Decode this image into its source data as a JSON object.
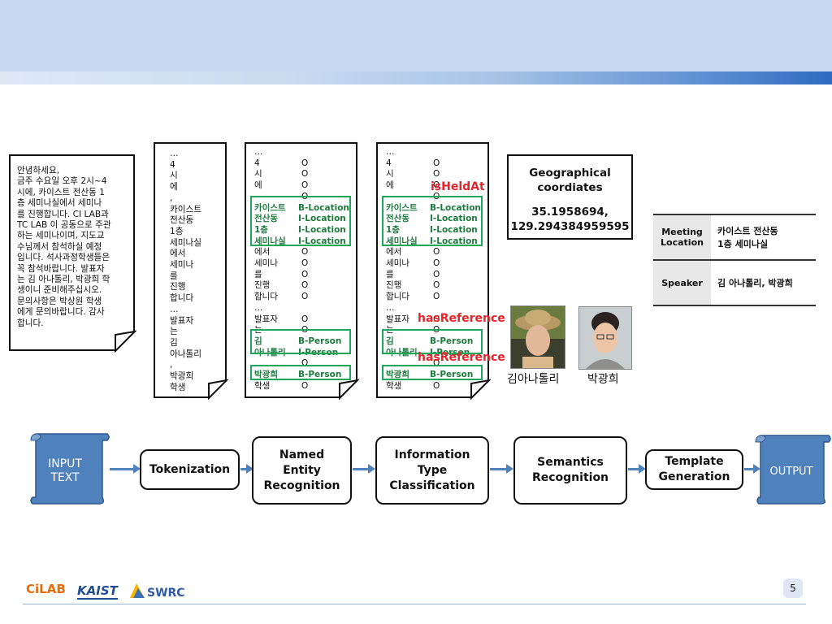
{
  "input_doc": {
    "lines": [
      "안녕하세요,",
      "금주 수요일 오후 2시~4",
      "시에, 카이스트 전산동 1",
      "층 세미나실에서 세미나",
      "를 진행합니다. CI LAB과",
      "TC LAB 이 공동으로 주관",
      "하는 세미나이며, 지도교",
      "수님께서 참석하실 예정",
      "입니다. 석사과정학생들은",
      "꼭 참석바랍니다. 발표자",
      "는 김 아나톨리, 박광희 학",
      "생이니 준비해주십시오.",
      "문의사항은 박상원 학생",
      "에게 문의바랍니다. 감사",
      "합니다."
    ]
  },
  "token_doc": {
    "lines": [
      "…",
      "4",
      "시",
      "에",
      ",",
      "카이스트",
      "전산동",
      "1층",
      "세미나실",
      "에서",
      "세미나",
      "를",
      "진행",
      "합니다",
      "…",
      "발표자",
      "는",
      "김",
      "아나톨리",
      ",",
      "박광희",
      "학생"
    ]
  },
  "ner_doc": {
    "rows": [
      {
        "w": "…",
        "t": ""
      },
      {
        "w": "4",
        "t": "O"
      },
      {
        "w": "시",
        "t": "O"
      },
      {
        "w": "에",
        "t": "O"
      },
      {
        "w": "",
        "t": "O"
      },
      {
        "w": "카이스트",
        "t": "B-Location"
      },
      {
        "w": "전산동",
        "t": "I-Location"
      },
      {
        "w": "1층",
        "t": "I-Location"
      },
      {
        "w": "세미나실",
        "t": "I-Location"
      },
      {
        "w": "에서",
        "t": "O"
      },
      {
        "w": "세미나",
        "t": "O"
      },
      {
        "w": "를",
        "t": "O"
      },
      {
        "w": "진행",
        "t": "O"
      },
      {
        "w": "합니다",
        "t": "O"
      },
      {
        "w": "…",
        "t": ""
      },
      {
        "w": "발표자",
        "t": "O"
      },
      {
        "w": "는",
        "t": "O"
      },
      {
        "w": "김",
        "t": "B-Person"
      },
      {
        "w": "아나톨리",
        "t": "I-Person"
      },
      {
        "w": "",
        "t": "O"
      },
      {
        "w": "박광희",
        "t": "B-Person"
      },
      {
        "w": "학생",
        "t": "O"
      }
    ]
  },
  "relations": {
    "held_at": "isHeldAt",
    "has_ref_1": "hasReference",
    "has_ref_2": "hasReference"
  },
  "geo": {
    "title_1": "Geographical",
    "title_2": "coordiates",
    "coord_1": "35.1958694,",
    "coord_2": "129.294384959595"
  },
  "info_table": {
    "meeting_key_1": "Meeting",
    "meeting_key_2": "Location",
    "meeting_val_1": "카이스트 전산동",
    "meeting_val_2": "1층 세미나실",
    "speaker_key": "Speaker",
    "speaker_val": "김 아나톨리, 박광희"
  },
  "people": {
    "p1": "김아나톨리",
    "p2": "박광희"
  },
  "pipeline": {
    "input_1": "INPUT",
    "input_2": "TEXT",
    "tokenization": "Tokenization",
    "ner_1": "Named",
    "ner_2": "Entity",
    "ner_3": "Recognition",
    "itc_1": "Information",
    "itc_2": "Type",
    "itc_3": "Classification",
    "sem_1": "Semantics",
    "sem_2": "Recognition",
    "tpl_1": "Template",
    "tpl_2": "Generation",
    "output": "OUTPUT"
  },
  "footer": {
    "logo_cilab": "CiLAB",
    "logo_kaist": "KAIST",
    "logo_swrc": "SWRC",
    "page": "5"
  },
  "colors": {
    "header": "#c6d9f1",
    "entity_box": "#1fa65a",
    "relation": "#e8232a",
    "scroll": "#4f81bd",
    "arrow": "#4f81bd"
  }
}
